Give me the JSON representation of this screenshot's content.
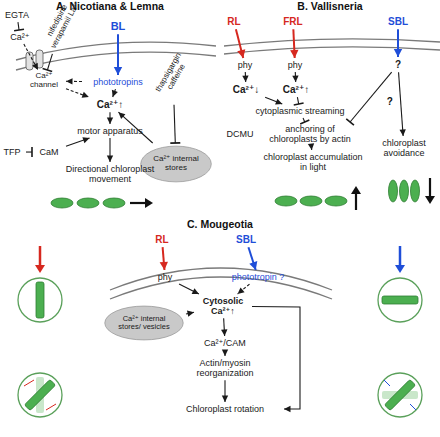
{
  "diagram": {
    "nodes": [
      {
        "text": [
          "EGTA"
        ]
      },
      {
        "text": [
          "Ca²⁺"
        ]
      },
      {
        "text": [
          "nifedipine verapamil La³⁺"
        ]
      },
      {
        "text": [
          "BL"
        ]
      },
      {
        "text": [
          "Ca²⁺ channel"
        ]
      },
      {
        "text": [
          "phototropins"
        ]
      },
      {
        "text": [
          "thapsigargin caffeine"
        ]
      },
      {
        "text": [
          "Ca²⁺↑"
        ]
      },
      {
        "text": [
          "TFP"
        ]
      },
      {
        "text": [
          "CaM"
        ]
      },
      {
        "text": [
          "motor apparatus"
        ]
      },
      {
        "text": [
          "Ca²⁺ internal stores"
        ]
      },
      {
        "text": [
          "Directional chloroplast movement"
        ]
      },
      {
        "text": [
          "RL"
        ]
      },
      {
        "text": [
          "FRL"
        ]
      },
      {
        "text": [
          "SBL"
        ]
      },
      {
        "text": [
          "phy"
        ]
      },
      {
        "text": [
          "phy"
        ]
      },
      {
        "text": [
          "?"
        ]
      },
      {
        "text": [
          "Ca²⁺↓"
        ]
      },
      {
        "text": [
          "Ca²⁺↑"
        ]
      },
      {
        "text": [
          "cytoplasmic streaming"
        ]
      },
      {
        "text": [
          "DCMU"
        ]
      },
      {
        "text": [
          "anchoring of chloroplasts by actin"
        ]
      },
      {
        "text": [
          "chloroplast accumulation in light"
        ]
      },
      {
        "text": [
          "chloroplast avoidance"
        ]
      },
      {
        "text": [
          "RL"
        ]
      },
      {
        "text": [
          "SBL"
        ]
      },
      {
        "text": [
          "phy"
        ]
      },
      {
        "text": [
          "phototropin ?"
        ]
      },
      {
        "text": [
          "Cytosolic Ca²⁺↑"
        ]
      },
      {
        "text": [
          "Ca²⁺ internal stores/ vesicles"
        ]
      },
      {
        "text": [
          "Ca²⁺/CAM"
        ]
      },
      {
        "text": [
          "Actin/myosin reorganization"
        ]
      },
      {
        "text": [
          "Chloroplast rotation"
        ]
      }
    ],
    "edges": [
      {
        "from": 0,
        "to": 1,
        "arrow": "to"
      },
      {
        "from": 1,
        "to": 4,
        "arrow": "to"
      },
      {
        "from": 2,
        "to": 4,
        "arrow": "to"
      },
      {
        "from": 3,
        "to": 5,
        "arrow": "to"
      },
      {
        "from": 5,
        "to": 4,
        "arrow": "to"
      },
      {
        "from": 4,
        "to": 7,
        "arrow": "to"
      },
      {
        "from": 5,
        "to": 7,
        "arrow": "to"
      },
      {
        "from": 6,
        "to": 11,
        "arrow": "to"
      },
      {
        "from": 11,
        "to": 7,
        "arrow": "to"
      },
      {
        "from": 8,
        "to": 9,
        "arrow": "to"
      },
      {
        "from": 9,
        "to": 10,
        "arrow": "to"
      },
      {
        "from": 7,
        "to": 10,
        "arrow": "to"
      },
      {
        "from": 10,
        "to": 12,
        "arrow": "to"
      },
      {
        "from": 13,
        "to": 16,
        "arrow": "to"
      },
      {
        "from": 14,
        "to": 17,
        "arrow": "to"
      },
      {
        "from": 15,
        "to": 18,
        "arrow": "to"
      },
      {
        "from": 16,
        "to": 19,
        "arrow": "to"
      },
      {
        "from": 17,
        "to": 20,
        "arrow": "to"
      },
      {
        "from": 19,
        "to": 21,
        "arrow": "to"
      },
      {
        "from": 20,
        "to": 21,
        "arrow": "to"
      },
      {
        "from": 21,
        "to": 23,
        "arrow": "to"
      },
      {
        "from": 22,
        "to": 23,
        "arrow": "to"
      },
      {
        "from": 18,
        "to": 23,
        "arrow": "to"
      },
      {
        "from": 18,
        "to": 25,
        "label": "?",
        "arrow": "to"
      },
      {
        "from": 23,
        "to": 24,
        "arrow": "to"
      },
      {
        "from": 26,
        "to": 28,
        "arrow": "to"
      },
      {
        "from": 27,
        "to": 29,
        "arrow": "to"
      },
      {
        "from": 28,
        "to": 30,
        "arrow": "to"
      },
      {
        "from": 29,
        "to": 30,
        "arrow": "to"
      },
      {
        "from": 31,
        "to": 30,
        "arrow": "to"
      },
      {
        "from": 30,
        "to": 32,
        "arrow": "to"
      },
      {
        "from": 32,
        "to": 33,
        "arrow": "to"
      },
      {
        "from": 33,
        "to": 34,
        "arrow": "to"
      },
      {
        "from": 30,
        "to": 34,
        "arrow": "to"
      }
    ],
    "labels": [
      "A. Nicotiana & Lemna",
      "B. Vallisneria",
      "C. Mougeotia"
    ]
  }
}
